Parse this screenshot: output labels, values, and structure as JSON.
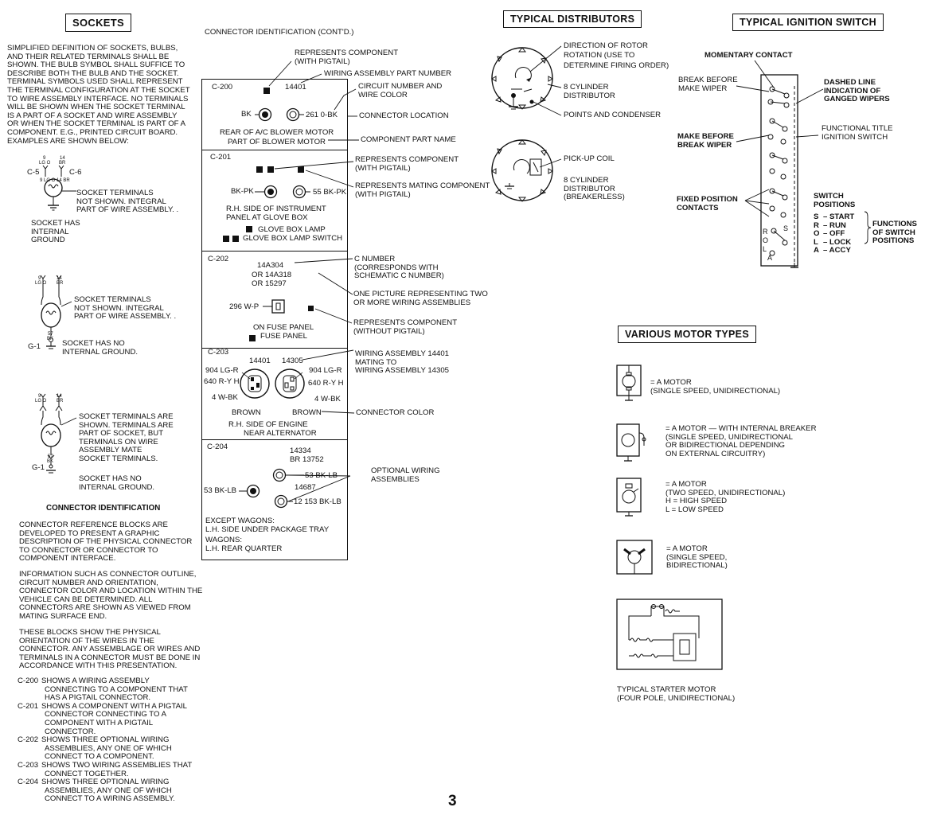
{
  "sockets": {
    "title": "SOCKETS",
    "intro": [
      "SIMPLIFIED DEFINITION OF SOCKETS, BULBS,",
      "AND THEIR RELATED TERMINALS SHALL BE",
      "SHOWN. THE BULB SYMBOL SHALL SUFFICE TO",
      "DESCRIBE BOTH THE BULB AND THE SOCKET.",
      "TERMINAL SYMBOLS USED SHALL REPRESENT",
      "THE TERMINAL CONFIGURATION AT THE SOCKET",
      "TO WIRE ASSEMBLY INTERFACE. NO TERMINALS",
      "WILL BE SHOWN WHEN THE SOCKET TERMINAL",
      "IS A PART OF A SOCKET AND WIRE ASSEMBLY",
      "OR WHEN THE SOCKET TERMINAL IS PART OF A",
      "COMPONENT. E.G., PRINTED CIRCUIT BOARD.",
      "EXAMPLES ARE SHOWN BELOW:"
    ],
    "ex1": {
      "c5": "C-5",
      "c6": "C-6",
      "w1": "9",
      "w1c": "LG O",
      "w2": "14",
      "w2c": "BR",
      "bot": "9 LG O  14 BR",
      "note": [
        "SOCKET TERMINALS",
        "NOT SHOWN. INTEGRAL",
        "PART OF WIRE ASSEMBLY. ."
      ],
      "ground": [
        "SOCKET HAS",
        "INTERNAL",
        "GROUND"
      ]
    },
    "ex2": {
      "w1": "9",
      "w1c": "LG O",
      "w2": "14",
      "w2c": "BR",
      "note": [
        "SOCKET TERMINALS",
        "NOT SHOWN. INTEGRAL",
        "PART OF WIRE ASSEMBLY. ."
      ],
      "g": "G-1",
      "gw": "57",
      "gwc": "BK",
      "ground": [
        "SOCKET HAS NO",
        "INTERNAL GROUND."
      ]
    },
    "ex3": {
      "w1": "9",
      "w1c": "LG O",
      "w2": "14",
      "w2c": "BR",
      "note": [
        "SOCKET TERMINALS ARE",
        "SHOWN. TERMINALS ARE",
        "PART OF SOCKET, BUT",
        "TERMINALS ON WIRE",
        "ASSEMBLY MATE",
        "SOCKET TERMINALS."
      ],
      "g": "G-1",
      "gw": "57",
      "gwc": "BK",
      "ground": [
        "SOCKET HAS NO",
        "INTERNAL GROUND."
      ]
    }
  },
  "connector_id": {
    "title": "CONNECTOR IDENTIFICATION",
    "p1": [
      "CONNECTOR REFERENCE BLOCKS ARE",
      "DEVELOPED TO PRESENT A GRAPHIC",
      "DESCRIPTION OF THE PHYSICAL CONNECTOR",
      "TO CONNECTOR OR CONNECTOR TO",
      "COMPONENT INTERFACE."
    ],
    "p2": [
      "INFORMATION SUCH AS CONNECTOR OUTLINE,",
      "CIRCUIT NUMBER AND ORIENTATION,",
      "CONNECTOR COLOR AND LOCATION WITHIN THE",
      "VEHICLE CAN BE DETERMINED. ALL",
      "CONNECTORS ARE SHOWN AS VIEWED FROM",
      "MATING SURFACE END."
    ],
    "p3": [
      "THESE BLOCKS SHOW THE PHYSICAL",
      "ORIENTATION OF THE WIRES IN THE",
      "CONNECTOR. ANY ASSEMBLAGE OR WIRES AND",
      "TERMINALS IN A CONNECTOR MUST BE DONE IN",
      "ACCORDANCE WITH THIS PRESENTATION."
    ],
    "list": [
      {
        "k": "C-200",
        "lines": [
          "SHOWS A WIRING ASSEMBLY",
          "CONNECTING TO A COMPONENT THAT",
          "HAS A PIGTAIL CONNECTOR."
        ]
      },
      {
        "k": "C-201",
        "lines": [
          "SHOWS A COMPONENT WITH A PIGTAIL",
          "CONNECTOR CONNECTING TO A",
          "COMPONENT WITH A PIGTAIL",
          "CONNECTOR."
        ]
      },
      {
        "k": "C-202",
        "lines": [
          "SHOWS THREE OPTIONAL WIRING",
          "ASSEMBLIES, ANY ONE OF WHICH",
          "CONNECT TO A COMPONENT."
        ]
      },
      {
        "k": "C-203",
        "lines": [
          "SHOWS TWO WIRING ASSEMBLIES THAT",
          "CONNECT TOGETHER."
        ]
      },
      {
        "k": "C-204",
        "lines": [
          "SHOWS THREE OPTIONAL WIRING",
          "ASSEMBLIES, ANY ONE OF WHICH",
          "CONNECT TO A WIRING ASSEMBLY."
        ]
      }
    ]
  },
  "contd": {
    "title": "CONNECTOR IDENTIFICATION (CONT'D.)",
    "c200": {
      "id": "C-200",
      "part": "14401",
      "left": "BK",
      "right": "261 0-BK",
      "name1": "REAR OF A/C BLOWER MOTOR",
      "name2": "PART OF BLOWER MOTOR"
    },
    "c201": {
      "id": "C-201",
      "left": "BK-PK",
      "right": "55 BK-PK",
      "loc1": "R.H. SIDE OF INSTRUMENT",
      "loc2": "PANEL AT GLOVE BOX",
      "lamp": "GLOVE BOX LAMP",
      "switch": "GLOVE BOX LAMP SWITCH"
    },
    "c202": {
      "id": "C-202",
      "n1": "14A304",
      "n2": "OR 14A318",
      "n3": "OR 15297",
      "wire": "296 W-P",
      "loc": "ON FUSE PANEL",
      "comp": "FUSE PANEL"
    },
    "c203": {
      "id": "C-203",
      "a": "14401",
      "b": "14305",
      "l1": "904 LG-R",
      "l2": "640 R-Y H",
      "l3": "4 W-BK",
      "r1": "904 LG-R",
      "r2": "640 R-Y H",
      "r3": "4 W-BK",
      "cl": "BROWN",
      "cr": "BROWN",
      "loc1": "R.H. SIDE OF ENGINE",
      "loc2": "NEAR ALTERNATOR"
    },
    "c204": {
      "id": "C-204",
      "n1": "14334",
      "n2": "BR 13752",
      "n3": "14687",
      "left": "53 BK-LB",
      "r1": "53 BK-LB",
      "r2": "12 153 BK-LB",
      "ex1": "EXCEPT WAGONS:",
      "ex2": "L.H. SIDE UNDER PACKAGE TRAY",
      "w1": "WAGONS:",
      "w2": "L.H. REAR QUARTER"
    },
    "callouts": {
      "rep_comp": [
        "REPRESENTS COMPONENT",
        "(WITH PIGTAIL)"
      ],
      "wire_part": "WIRING ASSEMBLY PART NUMBER",
      "circuit": [
        "CIRCUIT NUMBER AND",
        "WIRE COLOR"
      ],
      "location": "CONNECTOR LOCATION",
      "comp_name": "COMPONENT PART NAME",
      "rep_comp2": [
        "REPRESENTS COMPONENT",
        "(WITH PIGTAIL)"
      ],
      "rep_mating": [
        "REPRESENTS MATING COMPONENT",
        "(WITH PIGTAIL)"
      ],
      "cnum": [
        "C NUMBER",
        "(CORRESPONDS WITH",
        "SCHEMATIC C NUMBER)"
      ],
      "one_pic": [
        "ONE PICTURE REPRESENTING TWO",
        "OR MORE WIRING ASSEMBLIES"
      ],
      "rep_nopig": [
        "REPRESENTS COMPONENT",
        "(WITHOUT PIGTAIL)"
      ],
      "mating": [
        "WIRING ASSEMBLY 14401",
        "MATING TO",
        "WIRING ASSEMBLY 14305"
      ],
      "color": "CONNECTOR COLOR",
      "optional": [
        "OPTIONAL WIRING",
        "ASSEMBLIES"
      ]
    }
  },
  "distributors": {
    "title": "TYPICAL DISTRIBUTORS",
    "d1": [
      "DIRECTION OF ROTOR",
      "ROTATION (USE TO",
      "DETERMINE FIRING ORDER)"
    ],
    "d2": [
      "8 CYLINDER",
      "DISTRIBUTOR"
    ],
    "d3": "POINTS AND CONDENSER",
    "d4": "PICK-UP COIL",
    "d5": [
      "8 CYLINDER",
      "DISTRIBUTOR",
      "(BREAKERLESS)"
    ]
  },
  "ignition": {
    "title": "TYPICAL IGNITION SWITCH",
    "momentary": "MOMENTARY CONTACT",
    "bbm": [
      "BREAK BEFORE",
      "MAKE WIPER"
    ],
    "dashed": [
      "DASHED LINE",
      "INDICATION OF",
      "GANGED WIPERS"
    ],
    "mbb": [
      "MAKE BEFORE",
      "BREAK WIPER"
    ],
    "functional": [
      "FUNCTIONAL TITLE",
      "IGNITION SWITCH"
    ],
    "fixed": [
      "FIXED POSITION",
      "CONTACTS"
    ],
    "positions_title": [
      "SWITCH",
      "POSITIONS"
    ],
    "positions": [
      {
        "k": "S",
        "v": "START"
      },
      {
        "k": "R",
        "v": "RUN"
      },
      {
        "k": "O",
        "v": "OFF"
      },
      {
        "k": "L",
        "v": "LOCK"
      },
      {
        "k": "A",
        "v": "ACCY"
      }
    ],
    "functions": [
      "FUNCTIONS",
      "OF SWITCH",
      "POSITIONS"
    ],
    "letters": [
      "S",
      "R",
      "O",
      "L",
      "A"
    ]
  },
  "motors": {
    "title": "VARIOUS MOTOR TYPES",
    "m1": [
      "= A MOTOR",
      "(SINGLE SPEED, UNIDIRECTIONAL)"
    ],
    "m2": [
      "= A MOTOR — WITH INTERNAL BREAKER",
      "(SINGLE SPEED, UNIDIRECTIONAL",
      "OR BIDIRECTIONAL DEPENDING",
      "ON EXTERNAL CIRCUITRY)"
    ],
    "m3": [
      "= A MOTOR",
      "(TWO SPEED, UNIDIRECTIONAL)",
      "H = HIGH SPEED",
      "L = LOW SPEED"
    ],
    "m4": [
      "= A MOTOR",
      "(SINGLE SPEED,",
      "BIDIRECTIONAL)"
    ],
    "starter": [
      "TYPICAL STARTER MOTOR",
      "(FOUR POLE, UNIDIRECTIONAL)"
    ]
  },
  "page_number": "3"
}
